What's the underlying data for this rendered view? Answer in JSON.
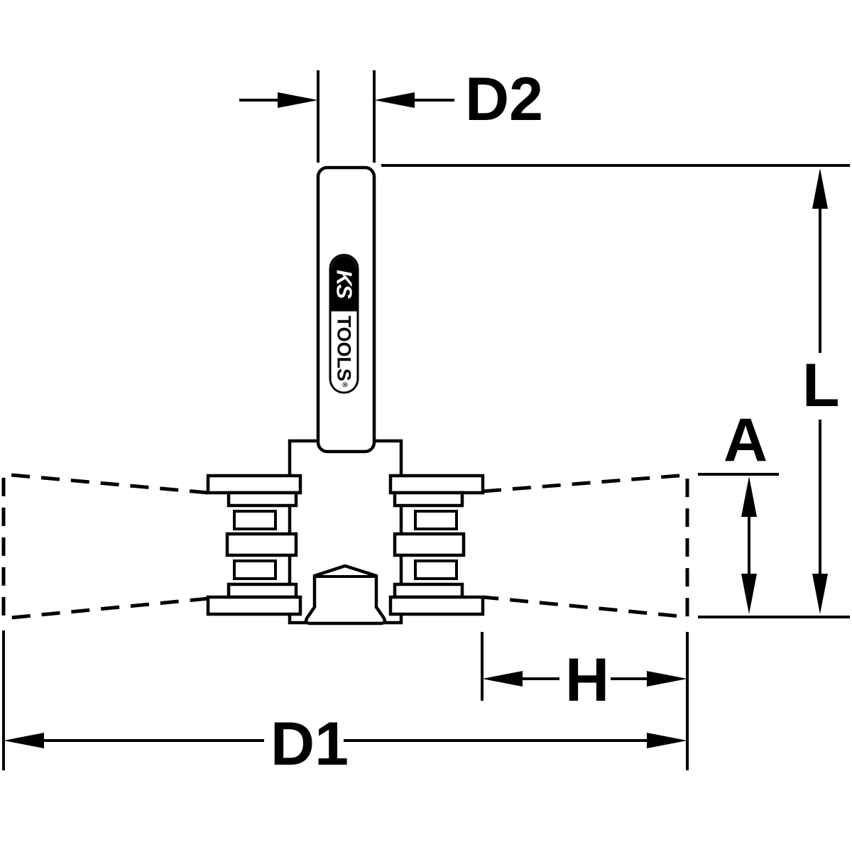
{
  "page": {
    "background_color": "#ffffff",
    "line_color": "#000000"
  },
  "diagram": {
    "kind": "technical-dimension-drawing",
    "labels": {
      "d2": "D2",
      "l": "L",
      "a": "A",
      "h": "H",
      "d1": "D1"
    },
    "logo": {
      "ks": "KS",
      "tools": "TOOLS",
      "reg": "®"
    }
  }
}
